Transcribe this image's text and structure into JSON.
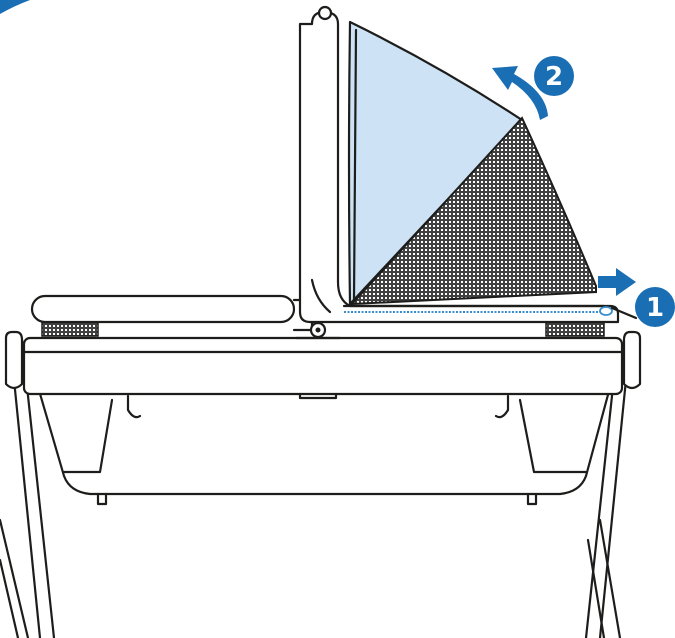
{
  "steps": [
    {
      "number": "1",
      "action": "slide-right"
    },
    {
      "number": "2",
      "action": "fold-up"
    }
  ],
  "colors": {
    "accent": "#1a6fb4",
    "canopy_fill": "#cde3f5",
    "mesh_fill": "#2a2a2a",
    "line": "#1d1d1b",
    "zipper": "#3a8fd0"
  },
  "icons": {
    "step1_arrow": "arrow-right-icon",
    "step2_arrow": "curved-arrow-icon"
  }
}
